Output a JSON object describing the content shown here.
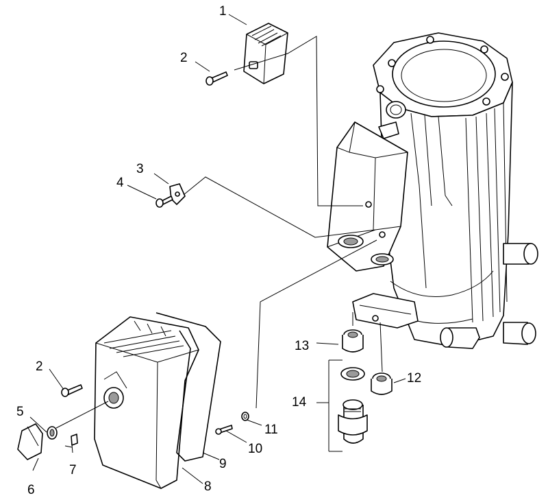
{
  "callouts": [
    {
      "id": "c1",
      "text": "1"
    },
    {
      "id": "c2a",
      "text": "2"
    },
    {
      "id": "c3",
      "text": "3"
    },
    {
      "id": "c4",
      "text": "4"
    },
    {
      "id": "c2b",
      "text": "2"
    },
    {
      "id": "c5",
      "text": "5"
    },
    {
      "id": "c6",
      "text": "6"
    },
    {
      "id": "c7",
      "text": "7"
    },
    {
      "id": "c8",
      "text": "8"
    },
    {
      "id": "c9",
      "text": "9"
    },
    {
      "id": "c10",
      "text": "10"
    },
    {
      "id": "c11",
      "text": "11"
    },
    {
      "id": "c12",
      "text": "12"
    },
    {
      "id": "c13",
      "text": "13"
    },
    {
      "id": "c14",
      "text": "14"
    }
  ]
}
